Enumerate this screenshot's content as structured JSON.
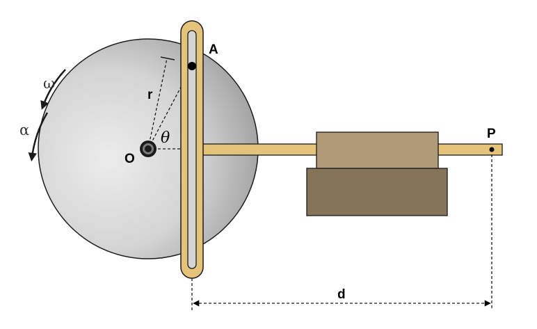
{
  "labels": {
    "point_a": "A",
    "point_o": "O",
    "point_p": "P",
    "radius": "r",
    "angle": "θ",
    "angular_velocity": "ω",
    "angular_acceleration": "α",
    "distance": "d"
  },
  "colors": {
    "disk_light": "#e9e9e9",
    "disk_mid": "#cdcdcd",
    "disk_dark": "#9a9a9a",
    "yoke": "#e6c37a",
    "outline": "#1a1a1a",
    "slider_block": "#b09a78",
    "guide_block": "#857459"
  }
}
